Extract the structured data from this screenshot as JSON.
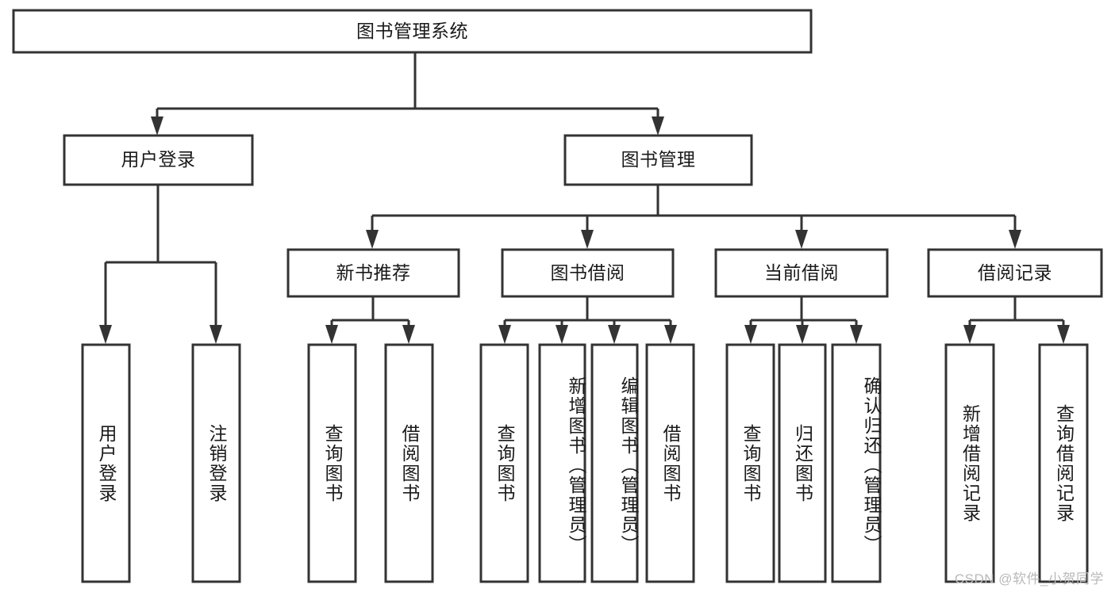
{
  "diagram": {
    "title": "图书管理系统",
    "type": "tree-hierarchy-diagram",
    "colors": {
      "box_stroke": "#333333",
      "box_fill": "#ffffff",
      "connector": "#333333",
      "text": "#1a1a1a",
      "watermark": "#b9b9b9",
      "background": "#ffffff"
    },
    "root": {
      "label": "图书管理系统"
    },
    "level2": [
      {
        "label": "用户登录"
      },
      {
        "label": "图书管理"
      }
    ],
    "level3": [
      {
        "label": "新书推荐"
      },
      {
        "label": "图书借阅"
      },
      {
        "label": "当前借阅"
      },
      {
        "label": "借阅记录"
      }
    ],
    "leaves": {
      "user_login": [
        {
          "label": "用户登录"
        },
        {
          "label": "注销登录"
        }
      ],
      "new_book_recommend": [
        {
          "label": "查询图书"
        },
        {
          "label": "借阅图书"
        }
      ],
      "book_borrow": [
        {
          "label": "查询图书"
        },
        {
          "label": "新增图书（管理员）"
        },
        {
          "label": "编辑图书（管理员）"
        },
        {
          "label": "借阅图书"
        }
      ],
      "current_borrow": [
        {
          "label": "查询图书"
        },
        {
          "label": "归还图书"
        },
        {
          "label": "确认归还（管理员）"
        }
      ],
      "borrow_record": [
        {
          "label": "新增借阅记录"
        },
        {
          "label": "查询借阅记录"
        }
      ]
    }
  },
  "watermark": {
    "text": "CSDN @软件_小贺同学"
  }
}
